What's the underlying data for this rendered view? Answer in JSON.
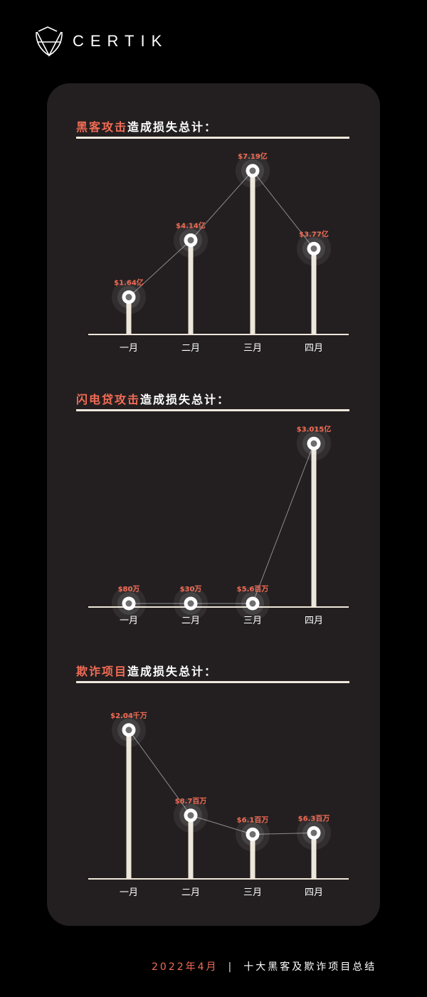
{
  "brand": {
    "name": "CERTIK"
  },
  "colors": {
    "accent": "#f26c55",
    "bar": "#ede6da",
    "card": "#231f20",
    "line": "#8a8a8a"
  },
  "footer": {
    "date": "2022年4月",
    "separator": "|",
    "subtitle": "十大黑客及欺诈项目总结"
  },
  "chart_data": [
    {
      "type": "line",
      "title_highlight": "黑客攻击",
      "title_rest": "造成损失总计：",
      "unit": "亿美元",
      "categories": [
        "一月",
        "二月",
        "三月",
        "四月"
      ],
      "values": [
        1.64,
        4.14,
        7.19,
        3.77
      ],
      "labels": [
        "$1.64亿",
        "$4.14亿",
        "$7.19亿",
        "$3.77亿"
      ],
      "ylim": [
        0,
        7.5
      ]
    },
    {
      "type": "line",
      "title_highlight": "闪电贷攻击",
      "title_rest": "造成损失总计：",
      "unit": "百万美元",
      "categories": [
        "一月",
        "二月",
        "三月",
        "四月"
      ],
      "values": [
        0.8,
        0.3,
        5.6,
        301.5
      ],
      "labels": [
        "$80万",
        "$30万",
        "$5.6百万",
        "$3.015亿"
      ],
      "ylim": [
        0,
        315
      ]
    },
    {
      "type": "line",
      "title_highlight": "欺诈项目",
      "title_rest": "造成损失总计：",
      "unit": "百万美元",
      "categories": [
        "一月",
        "二月",
        "三月",
        "四月"
      ],
      "values": [
        20.4,
        8.7,
        6.1,
        6.3
      ],
      "labels": [
        "$2.04千万",
        "$8.7百万",
        "$6.1百万",
        "$6.3百万"
      ],
      "ylim": [
        0,
        23.4
      ]
    }
  ]
}
